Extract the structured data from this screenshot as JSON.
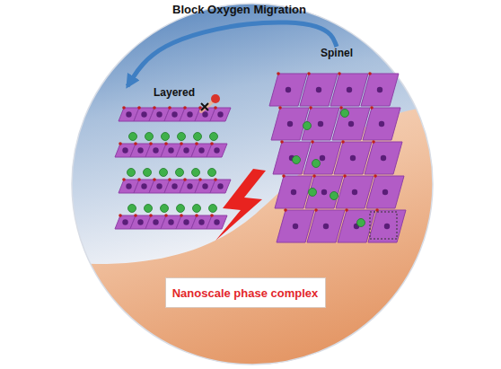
{
  "diagram": {
    "nodes": [
      {
        "text": [
          "Layered"
        ]
      },
      {
        "text": [
          "Spinel"
        ]
      },
      {
        "text": [
          "Nanoscale phase complex"
        ]
      }
    ],
    "edges": [
      {
        "from": 1,
        "to": 0,
        "arrow": "to",
        "label": "Block Oxygen Migration"
      }
    ]
  }
}
